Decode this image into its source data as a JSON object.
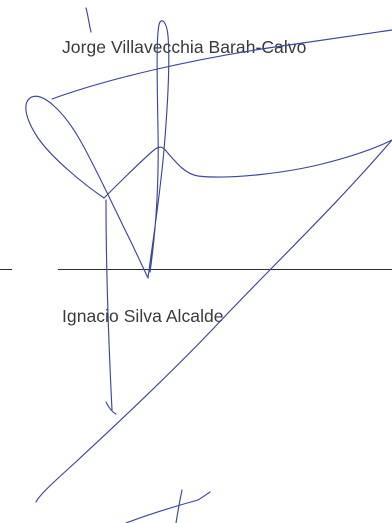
{
  "signatories": {
    "first": {
      "name": "Jorge Villavecchia Barah-Calvo"
    },
    "second": {
      "name": "Ignacio Silva Alcalde"
    }
  },
  "signature": {
    "icon": "handwritten-signature",
    "ink_color": "#3b46a0"
  },
  "rule_color": "#2d2d2d",
  "text_color": "#3a3a3a"
}
